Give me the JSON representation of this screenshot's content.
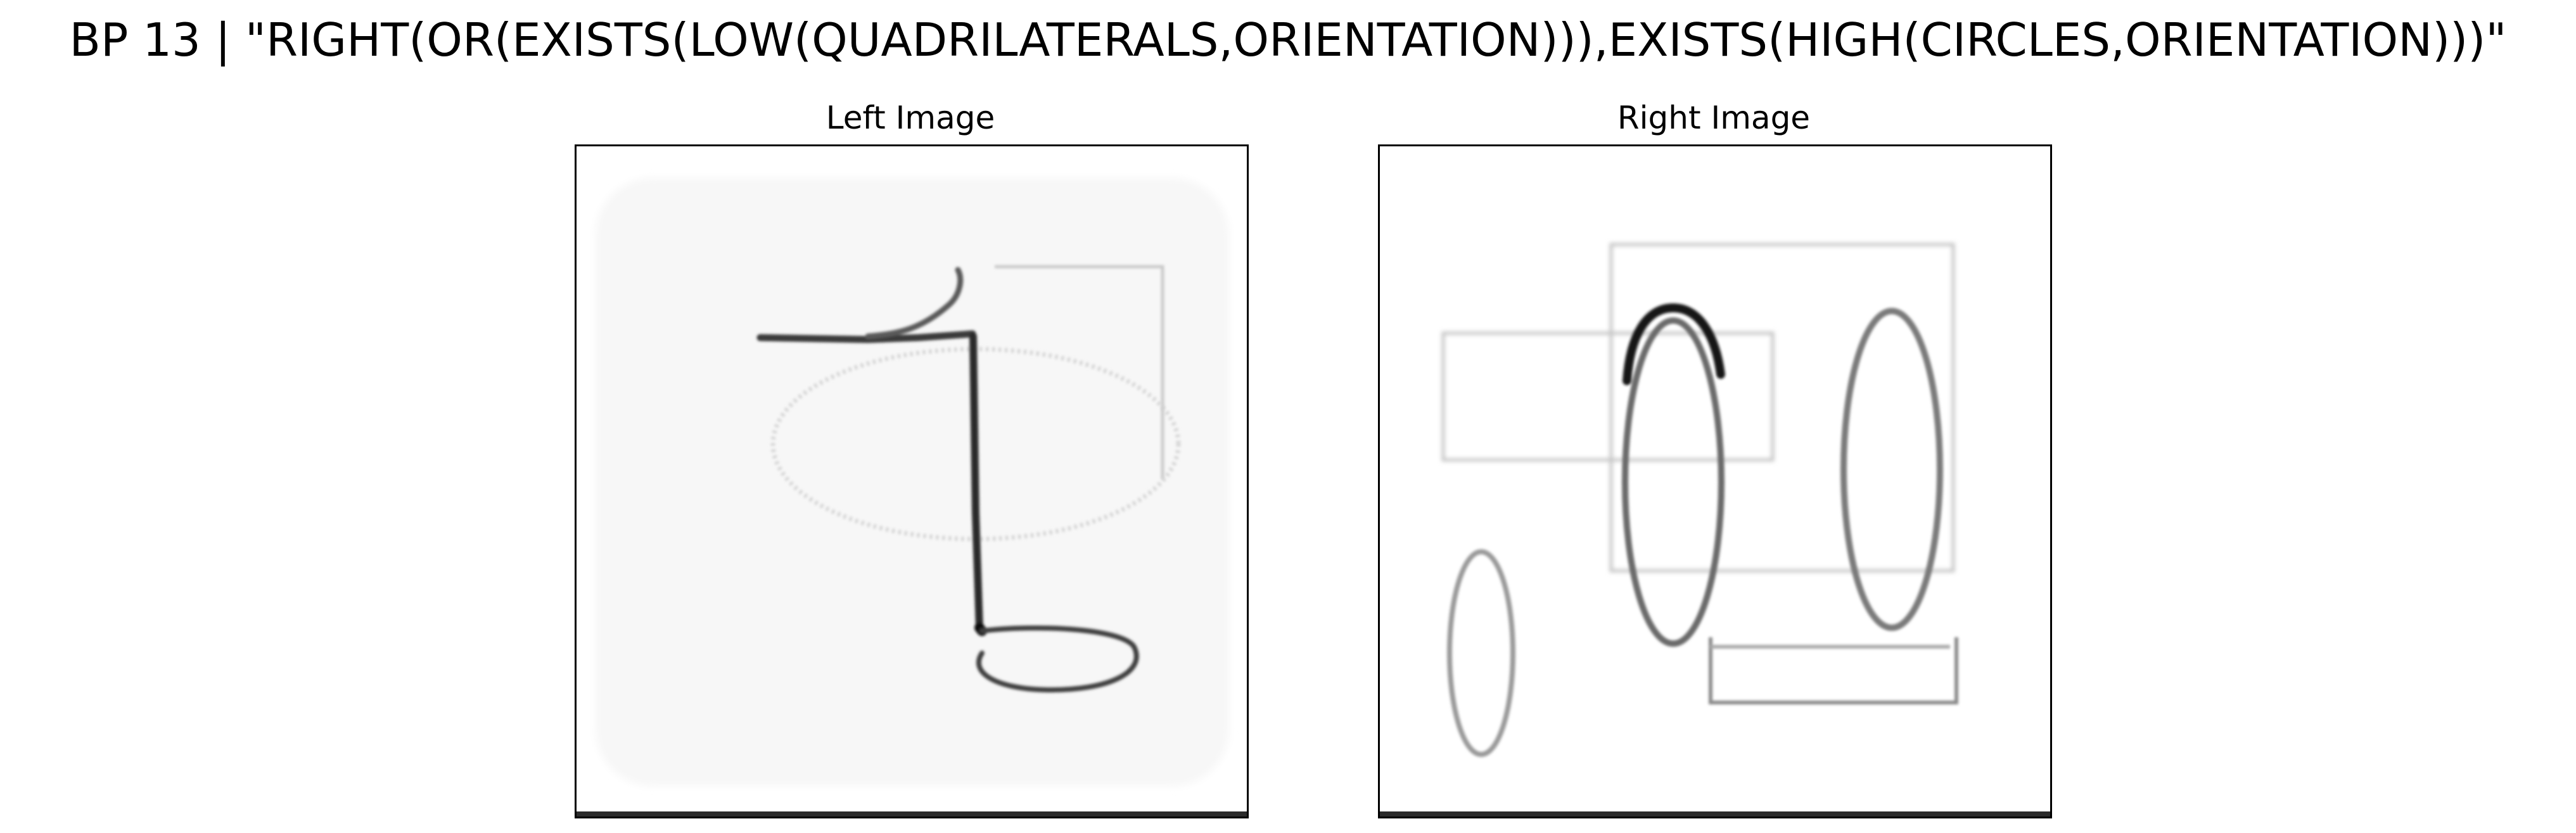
{
  "figure": {
    "suptitle": "BP 13 | \"RIGHT(OR(EXISTS(LOW(QUADRILATERALS,ORIENTATION))),EXISTS(HIGH(CIRCLES,ORIENTATION)))\""
  },
  "panels": [
    {
      "title": "Left Image",
      "content": "generated-sketch"
    },
    {
      "title": "Right Image",
      "content": "generated-sketch"
    }
  ]
}
